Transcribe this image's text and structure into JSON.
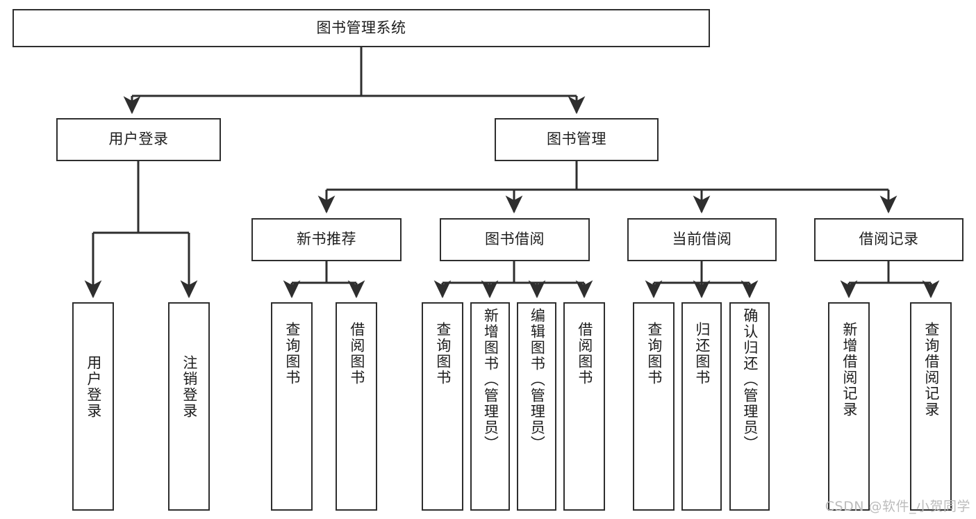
{
  "diagram": {
    "title": "图书管理系统",
    "type": "functional-structure-tree",
    "watermark": "CSDN @软件_小贺同学",
    "colors": {
      "stroke": "#2e2e2e",
      "fill": "#ffffff",
      "text": "#1d1d1d",
      "watermark": "#bcbcbc"
    },
    "levels": {
      "root": [
        "图书管理系统"
      ],
      "level2": [
        "用户登录",
        "图书管理"
      ],
      "level3": [
        "新书推荐",
        "图书借阅",
        "当前借阅",
        "借阅记录"
      ],
      "leaves": [
        "用户登录",
        "注销登录",
        "查询图书",
        "借阅图书",
        "查询图书",
        "新增图书（管理员）",
        "编辑图书（管理员）",
        "借阅图书",
        "查询图书",
        "归还图书",
        "确认归还（管理员）",
        "新增借阅记录",
        "查询借阅记录"
      ]
    },
    "nodes": {
      "root": {
        "label": "图书管理系统"
      },
      "user_login": {
        "label": "用户登录"
      },
      "book_manage": {
        "label": "图书管理"
      },
      "new_book_rec": {
        "label": "新书推荐"
      },
      "book_borrow": {
        "label": "图书借阅"
      },
      "current_borrow": {
        "label": "当前借阅"
      },
      "borrow_record": {
        "label": "借阅记录"
      },
      "leaf_user_login": {
        "label": "用户登录"
      },
      "leaf_user_logout": {
        "label": "注销登录"
      },
      "leaf_query_book_1": {
        "label": "查询图书"
      },
      "leaf_borrow_book_1": {
        "label": "借阅图书"
      },
      "leaf_query_book_2": {
        "label": "查询图书"
      },
      "leaf_add_book": {
        "label": "新增图书（管理员）"
      },
      "leaf_edit_book": {
        "label": "编辑图书（管理员）"
      },
      "leaf_borrow_book_2": {
        "label": "借阅图书"
      },
      "leaf_query_book_3": {
        "label": "查询图书"
      },
      "leaf_return_book": {
        "label": "归还图书"
      },
      "leaf_confirm_return": {
        "label": "确认归还（管理员）"
      },
      "leaf_add_record": {
        "label": "新增借阅记录"
      },
      "leaf_query_record": {
        "label": "查询借阅记录"
      }
    }
  }
}
